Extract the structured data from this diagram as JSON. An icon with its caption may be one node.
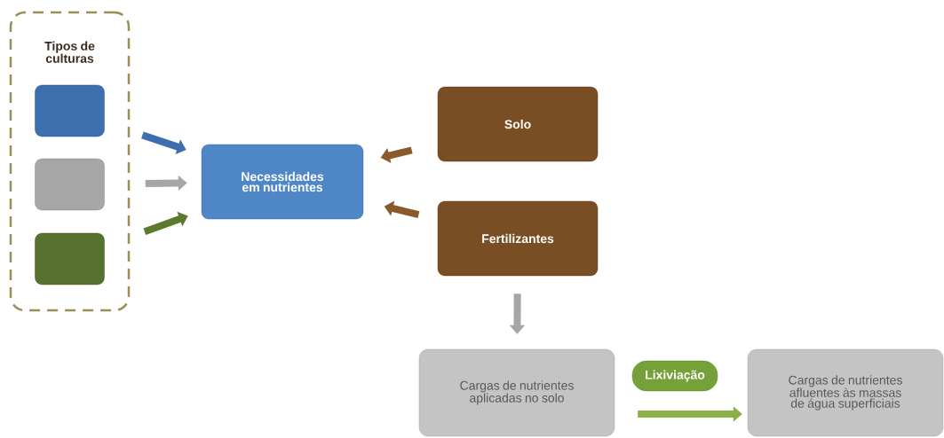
{
  "diagram": {
    "nodes": [
      {
        "text": [
          "Tipos de culturas"
        ]
      },
      {
        "text": [],
        "shape": "box",
        "in": 0
      },
      {
        "text": [],
        "shape": "box",
        "in": 0
      },
      {
        "text": [],
        "shape": "box",
        "in": 0
      },
      {
        "text": [
          "Necessidades em nutrientes"
        ]
      },
      {
        "text": [
          "Solo"
        ]
      },
      {
        "text": [
          "Fertilizantes"
        ]
      },
      {
        "text": [
          "Cargas de nutrientes aplicadas no solo"
        ]
      },
      {
        "text": [
          "Lixiviação"
        ]
      },
      {
        "text": [
          "Cargas de nutrientes afluentes às massas de água superficiais"
        ]
      }
    ],
    "edges": [
      {
        "from": 1,
        "to": 4,
        "arrow": "to",
        "color": "#3d6fae"
      },
      {
        "from": 2,
        "to": 4,
        "arrow": "to",
        "color": "#a6a6a6"
      },
      {
        "from": 3,
        "to": 4,
        "arrow": "to",
        "color": "#5a7a2e"
      },
      {
        "from": 5,
        "to": 4,
        "arrow": "to",
        "color": "#8b5a2b"
      },
      {
        "from": 6,
        "to": 4,
        "arrow": "to",
        "color": "#8b5a2b"
      },
      {
        "from": 6,
        "to": 7,
        "arrow": "to",
        "color": "#a6a6a6"
      },
      {
        "from": 7,
        "to": 9,
        "arrow": "to",
        "color": "#8ab04a"
      }
    ]
  }
}
